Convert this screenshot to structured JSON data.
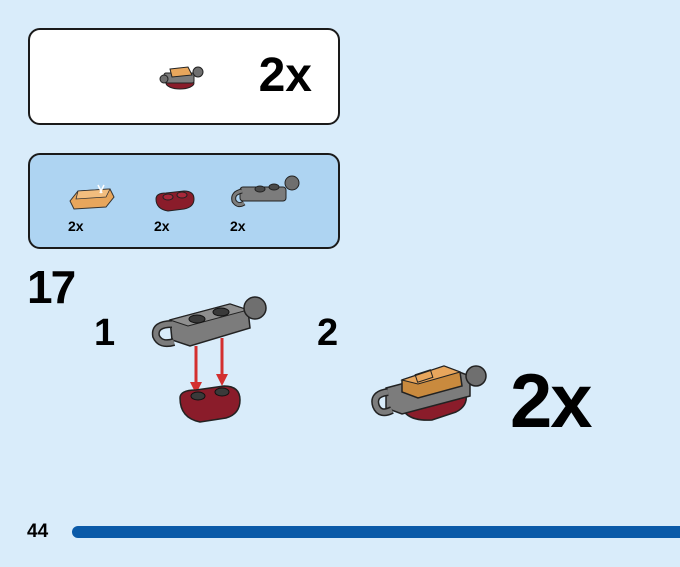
{
  "page_number": "44",
  "step": {
    "number": "17",
    "substep_1": "1",
    "substep_2": "2",
    "quantity": "2x"
  },
  "result_box": {
    "quantity": "2x"
  },
  "parts_list": [
    {
      "icon": "tan-slope-tile-icon",
      "quantity": "2x",
      "color": "#e8a65c"
    },
    {
      "icon": "dark-red-plate-icon",
      "quantity": "2x",
      "color": "#8a1c2a"
    },
    {
      "icon": "gray-clip-ball-plate-icon",
      "quantity": "2x",
      "color": "#7c7c7c"
    }
  ],
  "colors": {
    "background": "#d9ecfa",
    "parts_box": "#aed4f2",
    "page_bar": "#0a5aa8",
    "arrow": "#d32f2f"
  }
}
